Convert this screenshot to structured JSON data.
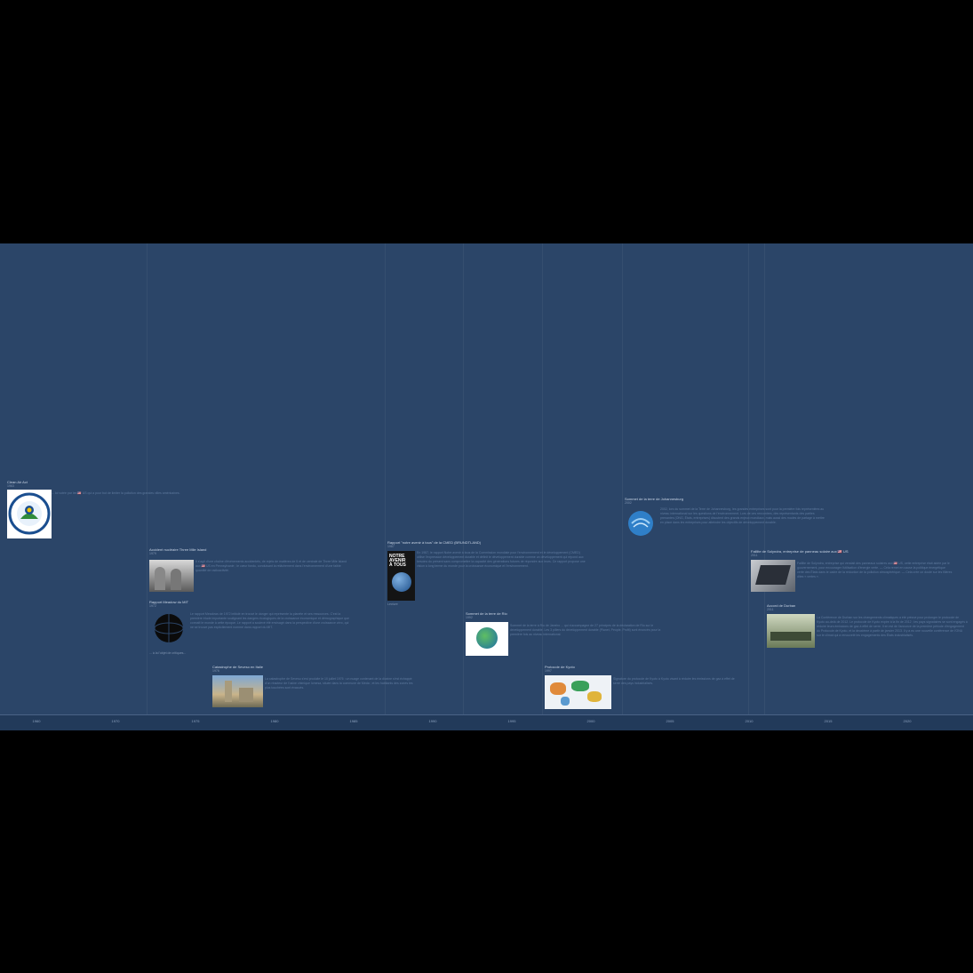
{
  "axis": {
    "ticks": [
      "1960",
      "1970",
      "1975",
      "1980",
      "1985",
      "1990",
      "1995",
      "2000",
      "2005",
      "2010",
      "2015",
      "2020"
    ]
  },
  "events": [
    {
      "title": "Clean Air Act",
      "year": "1963",
      "text": "... loi votée par les 🇺🇸 US qui a pour but de limiter la pollution des grandes villes américaines."
    },
    {
      "title": "Accident nucléaire Three Mile Island",
      "year": "1979",
      "text": "Il s'agit d'une chaîne d'événements accidentels, de rejets de matières de 5 et de centrale de Three Mile Island aux 🇺🇸 US en Pennsylvanie ; le cœur fondu, conduisant la relâchement dans l'environnement d'une faible quantité de radioactivité."
    },
    {
      "title": "Rapport Meadow du MIT",
      "year": "1972",
      "text": "Le rapport Meadows de 1972 intitulé en trouvé le danger qui représente la planète et ses ressources. C'est la première étude importante soulignant les dangers écologiques de la croissance économique et démographique que connaît le monde à cette époque. Le rapport a soulevé été envisagé dans la perspective d'une croissance zéro, qui ne se trouve pas explicitement nommé dans rapport du MIT.",
      "more": "... à la l'objet de critiques..."
    },
    {
      "title": "Catastrophe de Seveso en Italie",
      "year": "1976",
      "text": "La catastrophe de Seveso s'est produite le 10 juillet 1976 : un nuage contenant de la dioxine s'est échappé d'un réacteur de l'usine chimique Icmesa, située dans la commune de Meda ; et les habitants des zones les plus touchées sont évacués."
    },
    {
      "title": "Rapport \"notre avenir à tous\" de la CMED (BRUNDTLAND)",
      "year": "1987",
      "text": "En 1987, le rapport Notre avenir à tous de la Commission mondiale pour l'environnement et le développement (CMED) utilise l'expression développement durable et définit le développement durable comme un développement qui répond aux besoins du présent sans compromettre la capacité des générations futures de répondre aux leurs. Ce rapport propose une vision à long terme du monde pour la croissance économique et l'environnement.",
      "more": "Lecture"
    },
    {
      "title": "Sommet de la terre de Rio",
      "year": "1992",
      "text": "Sommet de la terre à Rio de Janeiro ... qui s'accompagne de 27 principes de la déclaration de Rio sur le développement durable. Les 3 piliers du développement durable (Planet, People, Profit) sont énoncés pour la première fois au niveau international."
    },
    {
      "title": "Protocole de Kyoto",
      "year": "1997",
      "text": "Signature du protocole de Kyoto à Kyoto visant à réduire les émissions de gaz à effet de serre des pays industrialisés."
    },
    {
      "title": "Sommet de la terre de Johannesburg",
      "year": "2002",
      "text": "2002, lors du sommet de la Terre de Johannesburg, les grandes entreprises sont pour la première fois représentées au niveau international sur les questions de l'environnement. Lors de ces rencontres, des représentants des parties prenantes (ONG, États, entreprises) discutent des grands enjeux mondiaux, mais aussi des modes de partage à mettre en place dans les entreprises pour atteindre les objectifs de développement durable."
    },
    {
      "title": "Faillite de Solyndra, entreprise de panneau solaire aux 🇺🇸 US",
      "year": "2011",
      "text": "Faillite de Solyndra, entreprise qui vendait des panneaux solaires aux 🇺🇸 US, cette entreprise était aidée par le gouvernement, pour encourager l'utilisation d'énergie verte. — Cela remet en cause la politique énergétique verte des États dans le cadre de la réduction de la pollution atmosphérique. — Cela crée un doute sur les filières dites « vertes »."
    },
    {
      "title": "Accord de Durban",
      "year": "2011",
      "text": "La Conférence de Durban sur les changements climatiques a été prévue pour prolonger le protocole de Kyoto au-delà de 2012. Le protocole de Kyoto expire à la fin de 2012 ; les pays signataires se sont engagés à réduire leurs émissions de gaz à effet de serre. Il en est de l'annonce de la première période d'engagement du Protocole de Kyoto, et la deuxième à partir de janvier 2013. Il y a eu une nouvelle conférence de l'ONU sur le climat qui a renouvelé les engagements des États industrialisés."
    }
  ]
}
